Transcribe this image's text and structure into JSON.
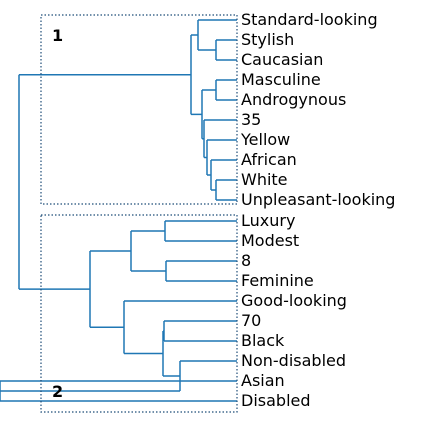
{
  "colors": {
    "branch": "#1f77b4",
    "box": "#1f4e79",
    "text": "#000000",
    "background": "#ffffff"
  },
  "clusters": [
    {
      "id": "1",
      "label": "1"
    },
    {
      "id": "2",
      "label": "2"
    }
  ],
  "leaves": [
    "Standard-looking",
    "Stylish",
    "Caucasian",
    "Masculine",
    "Androgynous",
    "35",
    "Yellow",
    "African",
    "White",
    "Unpleasant-looking",
    "Luxury",
    "Modest",
    "8",
    "Feminine",
    "Good-looking",
    "70",
    "Black",
    "Non-disabled",
    "Asian",
    "Disabled"
  ],
  "tree": [
    [
      [
        "Standard-looking",
        [
          "Stylish",
          "Caucasian"
        ]
      ],
      [
        [
          "Masculine",
          "Androgynous"
        ],
        [
          "35",
          [
            "Yellow",
            [
              "African",
              [
                "White",
                "Unpleasant-looking"
              ]
            ]
          ]
        ]
      ]
    ],
    [
      [
        [
          "Luxury",
          "Modest"
        ],
        [
          "8",
          "Feminine"
        ]
      ],
      [
        "Good-looking",
        [
          [
            "70",
            "Black"
          ],
          [
            "Non-disabled",
            [
              "Asian",
              "Disabled"
            ]
          ]
        ]
      ]
    ]
  ]
}
